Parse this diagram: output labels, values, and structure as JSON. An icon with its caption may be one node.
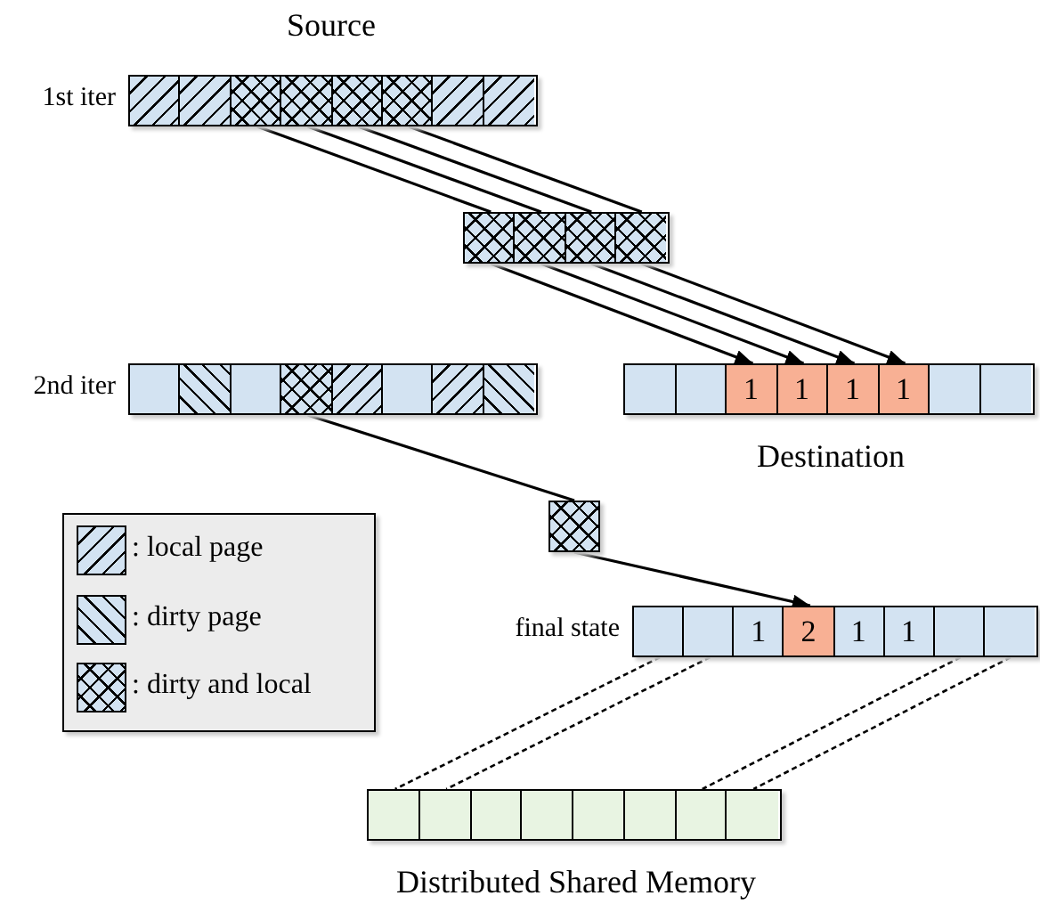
{
  "diagram": {
    "nodes": [
      {
        "text": [],
        "shape": "bar",
        "beside": [
          "1st iter"
        ]
      },
      {
        "text": [],
        "shape": "box",
        "in": 0
      },
      {
        "text": [],
        "shape": "box",
        "in": 0
      },
      {
        "text": [],
        "shape": "box",
        "in": 0
      },
      {
        "text": [],
        "shape": "box",
        "in": 0
      },
      {
        "text": [],
        "shape": "box",
        "in": 0
      },
      {
        "text": [],
        "shape": "box",
        "in": 0
      },
      {
        "text": [],
        "shape": "box",
        "in": 0
      },
      {
        "text": [],
        "shape": "box",
        "in": 0
      },
      {
        "text": [],
        "shape": "bar"
      },
      {
        "text": [],
        "shape": "box",
        "in": 9
      },
      {
        "text": [],
        "shape": "box",
        "in": 9
      },
      {
        "text": [],
        "shape": "box",
        "in": 9
      },
      {
        "text": [],
        "shape": "box",
        "in": 9
      },
      {
        "text": [],
        "shape": "bar",
        "beside": [
          "2nd iter"
        ]
      },
      {
        "text": [],
        "shape": "box",
        "in": 14
      },
      {
        "text": [],
        "shape": "box",
        "in": 14
      },
      {
        "text": [],
        "shape": "box",
        "in": 14
      },
      {
        "text": [],
        "shape": "box",
        "in": 14
      },
      {
        "text": [],
        "shape": "box",
        "in": 14
      },
      {
        "text": [],
        "shape": "box",
        "in": 14
      },
      {
        "text": [],
        "shape": "box",
        "in": 14
      },
      {
        "text": [],
        "shape": "box",
        "in": 14
      },
      {
        "text": [],
        "shape": "bar",
        "beside": [
          "Destination"
        ]
      },
      {
        "text": [],
        "shape": "box",
        "in": 23
      },
      {
        "text": [],
        "shape": "box",
        "in": 23
      },
      {
        "text": [
          "1"
        ],
        "in": 23
      },
      {
        "text": [
          "1"
        ],
        "in": 23
      },
      {
        "text": [
          "1"
        ],
        "in": 23
      },
      {
        "text": [
          "1"
        ],
        "in": 23
      },
      {
        "text": [],
        "shape": "box",
        "in": 23
      },
      {
        "text": [],
        "shape": "box",
        "in": 23
      },
      {
        "text": [],
        "shape": "box"
      },
      {
        "text": [],
        "shape": "bar",
        "beside": [
          "final state"
        ]
      },
      {
        "text": [],
        "shape": "box",
        "in": 33
      },
      {
        "text": [],
        "shape": "box",
        "in": 33
      },
      {
        "text": [
          "1"
        ],
        "in": 33
      },
      {
        "text": [
          "2"
        ],
        "in": 33
      },
      {
        "text": [
          "1"
        ],
        "in": 33
      },
      {
        "text": [
          "1"
        ],
        "in": 33
      },
      {
        "text": [],
        "shape": "box",
        "in": 33
      },
      {
        "text": [],
        "shape": "box",
        "in": 33
      },
      {
        "text": [],
        "shape": "bar",
        "beside": [
          "Distributed Shared Memory"
        ]
      },
      {
        "text": [],
        "shape": "box",
        "in": 42
      },
      {
        "text": [],
        "shape": "box",
        "in": 42
      },
      {
        "text": [],
        "shape": "box",
        "in": 42
      },
      {
        "text": [],
        "shape": "box",
        "in": 42
      },
      {
        "text": [],
        "shape": "box",
        "in": 42
      },
      {
        "text": [],
        "shape": "box",
        "in": 42
      },
      {
        "text": [],
        "shape": "box",
        "in": 42
      },
      {
        "text": [],
        "shape": "box",
        "in": 42
      }
    ],
    "edges": [
      {
        "from": 3,
        "to": 10,
        "arrow": "none"
      },
      {
        "from": 4,
        "to": 11,
        "arrow": "none"
      },
      {
        "from": 5,
        "to": 12,
        "arrow": "none"
      },
      {
        "from": 6,
        "to": 13,
        "arrow": "none"
      },
      {
        "from": 10,
        "to": 26,
        "arrow": "to"
      },
      {
        "from": 11,
        "to": 27,
        "arrow": "to"
      },
      {
        "from": 12,
        "to": 28,
        "arrow": "to"
      },
      {
        "from": 13,
        "to": 29,
        "arrow": "to"
      },
      {
        "from": 18,
        "to": 32,
        "arrow": "none"
      },
      {
        "from": 32,
        "to": 37,
        "arrow": "to"
      },
      {
        "from": 34,
        "to": 43,
        "arrow": "none",
        "style": "dashed"
      },
      {
        "from": 35,
        "to": 44,
        "arrow": "none",
        "style": "dashed"
      },
      {
        "from": 40,
        "to": 49,
        "arrow": "none",
        "style": "dashed"
      },
      {
        "from": 41,
        "to": 50,
        "arrow": "none",
        "style": "dashed"
      }
    ],
    "labels": [
      "Source"
    ],
    "legend": [
      {
        "text": ": local page"
      },
      {
        "text": ": dirty page"
      },
      {
        "text": ": dirty and local"
      }
    ]
  }
}
